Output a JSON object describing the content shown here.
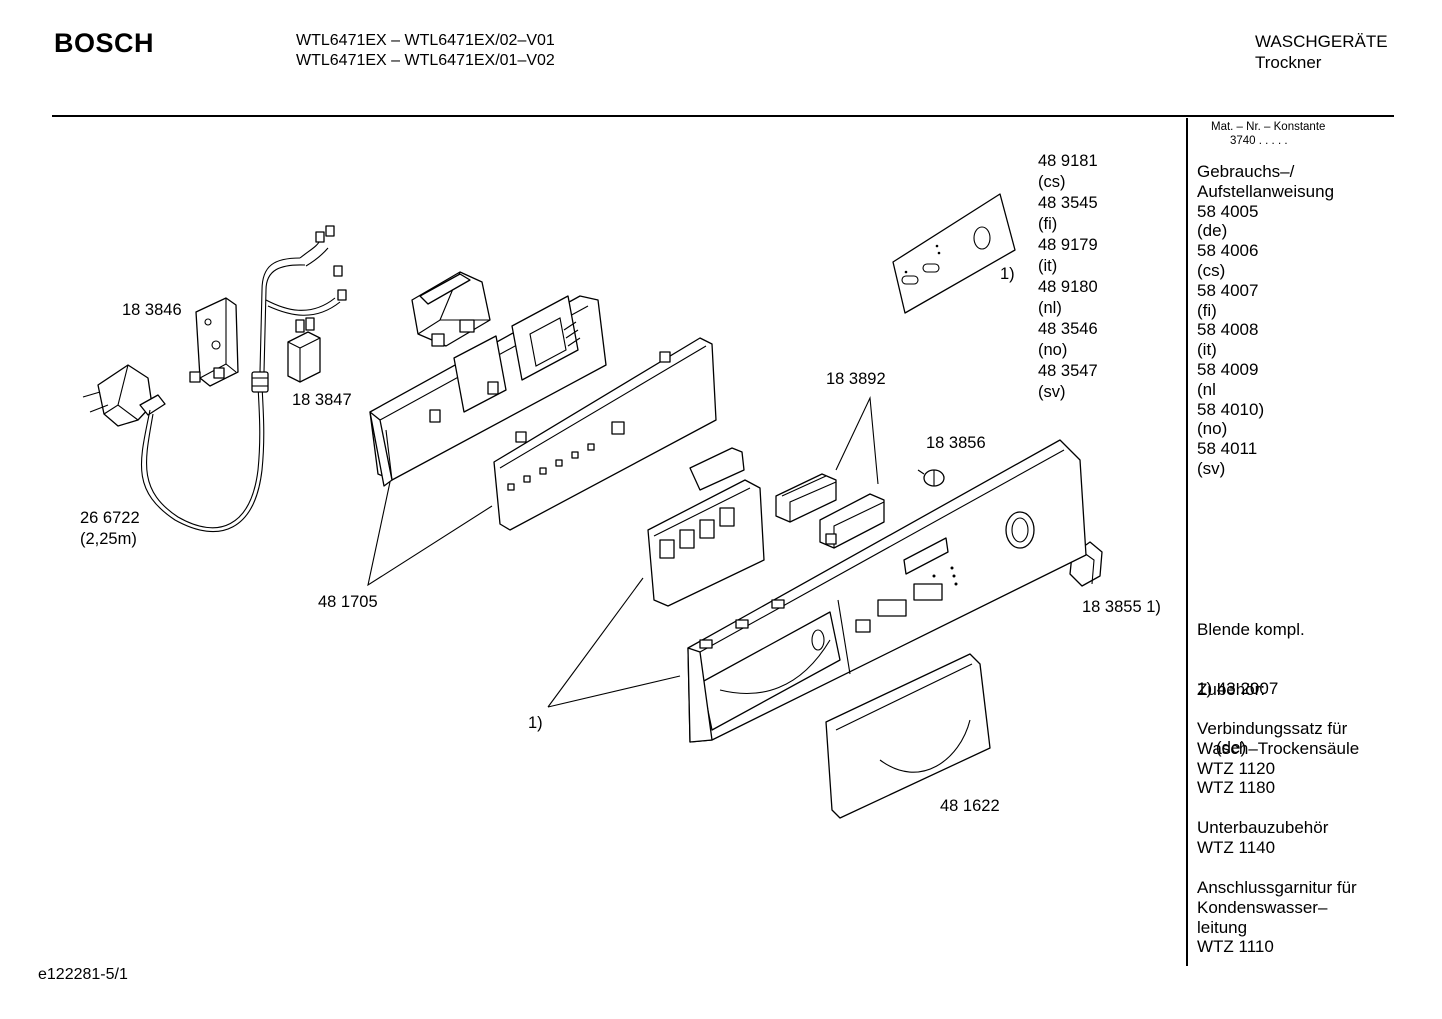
{
  "header": {
    "brand": "BOSCH",
    "models": [
      "WTL6471EX – WTL6471EX/02–V01",
      "WTL6471EX – WTL6471EX/01–V02"
    ],
    "category": "WASCHGERÄTE",
    "subcategory": "Trockner"
  },
  "sidebar": {
    "mat_label": "Mat. – Nr. – Konstante",
    "mat_value": "3740  .  .  .  .  .",
    "manual_lines": [
      "Gebrauchs–/",
      "Aufstellanweisung",
      "58 4005",
      "(de)",
      "58 4006",
      "(cs)",
      "58 4007",
      "(fi)",
      "58 4008",
      "(it)",
      "58 4009",
      "(nl",
      "58 4010)",
      "(no)",
      "58 4011",
      "(sv)"
    ],
    "blende_lines": [
      "Blende kompl.",
      "1) 43 2007",
      "    (de)"
    ],
    "zubehor_title": "Zubehör:",
    "zubehor_1": [
      "Verbindungssatz für",
      "Wasch–Trockensäule",
      "WTZ 1120",
      "WTZ 1180"
    ],
    "zubehor_2": [
      "Unterbauzubehör",
      "WTZ 1140"
    ],
    "zubehor_3": [
      "Anschlussgarnitur für",
      "Kondenswasser–",
      "leitung",
      "WTZ 1110"
    ]
  },
  "part_labels": {
    "p183846": "18 3846",
    "p183847": "18 3847",
    "p266722": "26 6722",
    "p266722_len": "(2,25m)",
    "p481705": "48 1705",
    "p183892": "18 3892",
    "p183856": "18 3856",
    "p183855": "18 3855 1)",
    "p481622": "48 1622",
    "ref1": "1)",
    "ref1_panel": "1)",
    "variants": [
      "48 9181",
      "(cs)",
      "48 3545",
      "(fi)",
      "48 9179",
      "(it)",
      "48 9180",
      "(nl)",
      "48 3546",
      "(no)",
      "48 3547",
      "(sv)"
    ]
  },
  "footer": {
    "drawing_id": "e122281-5/1"
  }
}
